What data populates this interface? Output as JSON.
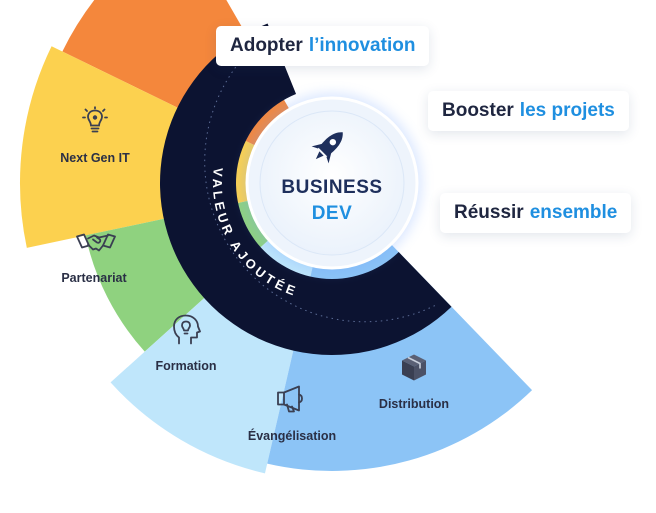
{
  "pills": [
    {
      "dark": "Adopter",
      "accent": "l’innovation"
    },
    {
      "dark": "Booster",
      "accent": "les projets"
    },
    {
      "dark": "Réussir",
      "accent": "ensemble"
    }
  ],
  "core": {
    "line1": "BUSINESS",
    "line2": "DEV"
  },
  "ring_text": "VALEUR AJOUTÉE",
  "segments": [
    {
      "label": "Next Gen IT",
      "icon": "lightbulb-icon",
      "color": "#f4873c"
    },
    {
      "label": "Partenariat",
      "icon": "handshake-icon",
      "color": "#fcd14f"
    },
    {
      "label": "Formation",
      "icon": "head-bulb-icon",
      "color": "#8fd27f"
    },
    {
      "label": "Évangélisation",
      "icon": "megaphone-icon",
      "color": "#bfe6fb"
    },
    {
      "label": "Distribution",
      "icon": "box-icon",
      "color": "#8cc4f6"
    }
  ],
  "colors": {
    "dark_navy": "#0c1331",
    "accent_blue": "#1f8fe0",
    "text_dark": "#1f2640"
  }
}
